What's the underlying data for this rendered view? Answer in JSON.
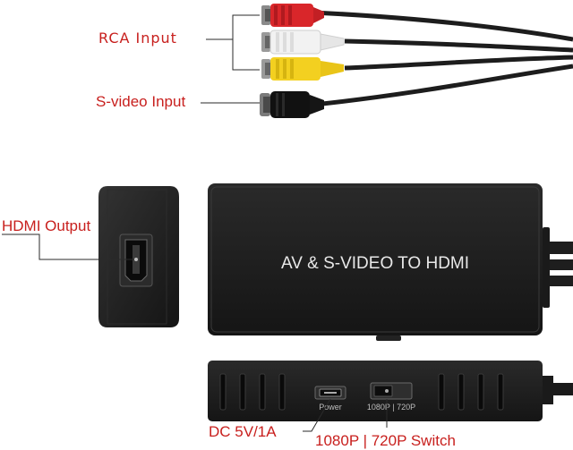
{
  "labels": {
    "rca_input": "RCA Input",
    "svideo_input": "S-video Input",
    "hdmi_output": "HDMI Output",
    "dc_power": "DC 5V/1A",
    "resolution_switch": "1080P | 720P Switch"
  },
  "device": {
    "title": "AV & S-VIDEO TO HDMI",
    "power_port_label": "Power",
    "switch_port_label": "1080P | 720P"
  },
  "colors": {
    "callout_text": "#c8201e",
    "device_body": "#1b1b1b",
    "rca_red": "#d9262a",
    "rca_white": "#f2f2f2",
    "rca_yellow": "#f3d020",
    "svideo_black": "#111111"
  }
}
